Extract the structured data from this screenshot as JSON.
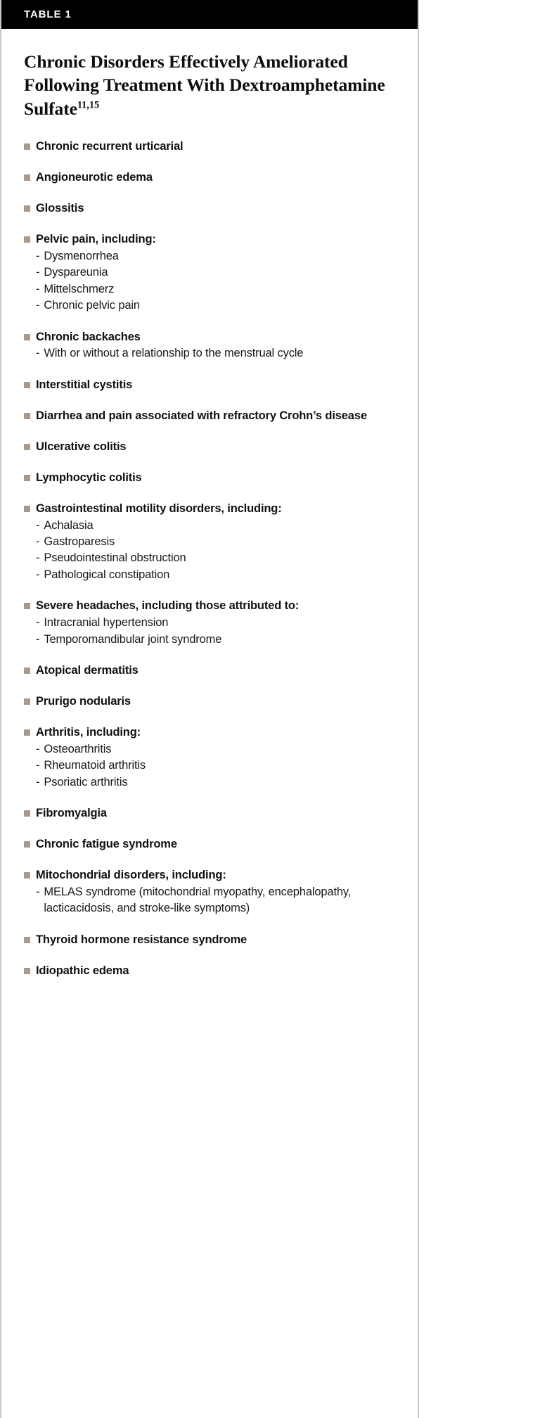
{
  "table": {
    "header_label": "TABLE 1",
    "title_text": "Chronic Disorders Effectively Ameliorated Following Treatment With Dextroamphetamine Sulfate",
    "title_superscript": "11,15",
    "bullet_color": "#a8998b",
    "header_background": "#000000",
    "sub_marker": "-",
    "entries": [
      {
        "label": "Chronic recurrent urticarial",
        "subitems": []
      },
      {
        "label": "Angioneurotic edema",
        "subitems": []
      },
      {
        "label": "Glossitis",
        "subitems": []
      },
      {
        "label": "Pelvic pain, including:",
        "subitems": [
          "Dysmenorrhea",
          "Dyspareunia",
          "Mittelschmerz",
          "Chronic pelvic pain"
        ]
      },
      {
        "label": "Chronic backaches",
        "subitems": [
          "With or without a relationship to the menstrual cycle"
        ]
      },
      {
        "label": "Interstitial cystitis",
        "subitems": []
      },
      {
        "label": "Diarrhea and pain associated with refractory Crohn’s disease",
        "subitems": []
      },
      {
        "label": "Ulcerative colitis",
        "subitems": []
      },
      {
        "label": "Lymphocytic colitis",
        "subitems": []
      },
      {
        "label": "Gastrointestinal motility disorders, including:",
        "subitems": [
          "Achalasia",
          "Gastroparesis",
          "Pseudointestinal obstruction",
          "Pathological constipation"
        ]
      },
      {
        "label": "Severe headaches, including those attributed to:",
        "subitems": [
          "Intracranial hypertension",
          "Temporomandibular joint syndrome"
        ]
      },
      {
        "label": "Atopical dermatitis",
        "subitems": []
      },
      {
        "label": "Prurigo nodularis",
        "subitems": []
      },
      {
        "label": "Arthritis, including:",
        "subitems": [
          "Osteoarthritis",
          "Rheumatoid arthritis",
          "Psoriatic arthritis"
        ]
      },
      {
        "label": "Fibromyalgia",
        "subitems": []
      },
      {
        "label": "Chronic fatigue syndrome",
        "subitems": []
      },
      {
        "label": "Mitochondrial disorders, including:",
        "subitems": [
          "MELAS syndrome (mitochondrial myopathy, encephalopathy, lacticacidosis, and stroke-like symptoms)"
        ]
      },
      {
        "label": "Thyroid hormone resistance syndrome",
        "subitems": []
      },
      {
        "label": "Idiopathic edema",
        "subitems": []
      }
    ]
  }
}
